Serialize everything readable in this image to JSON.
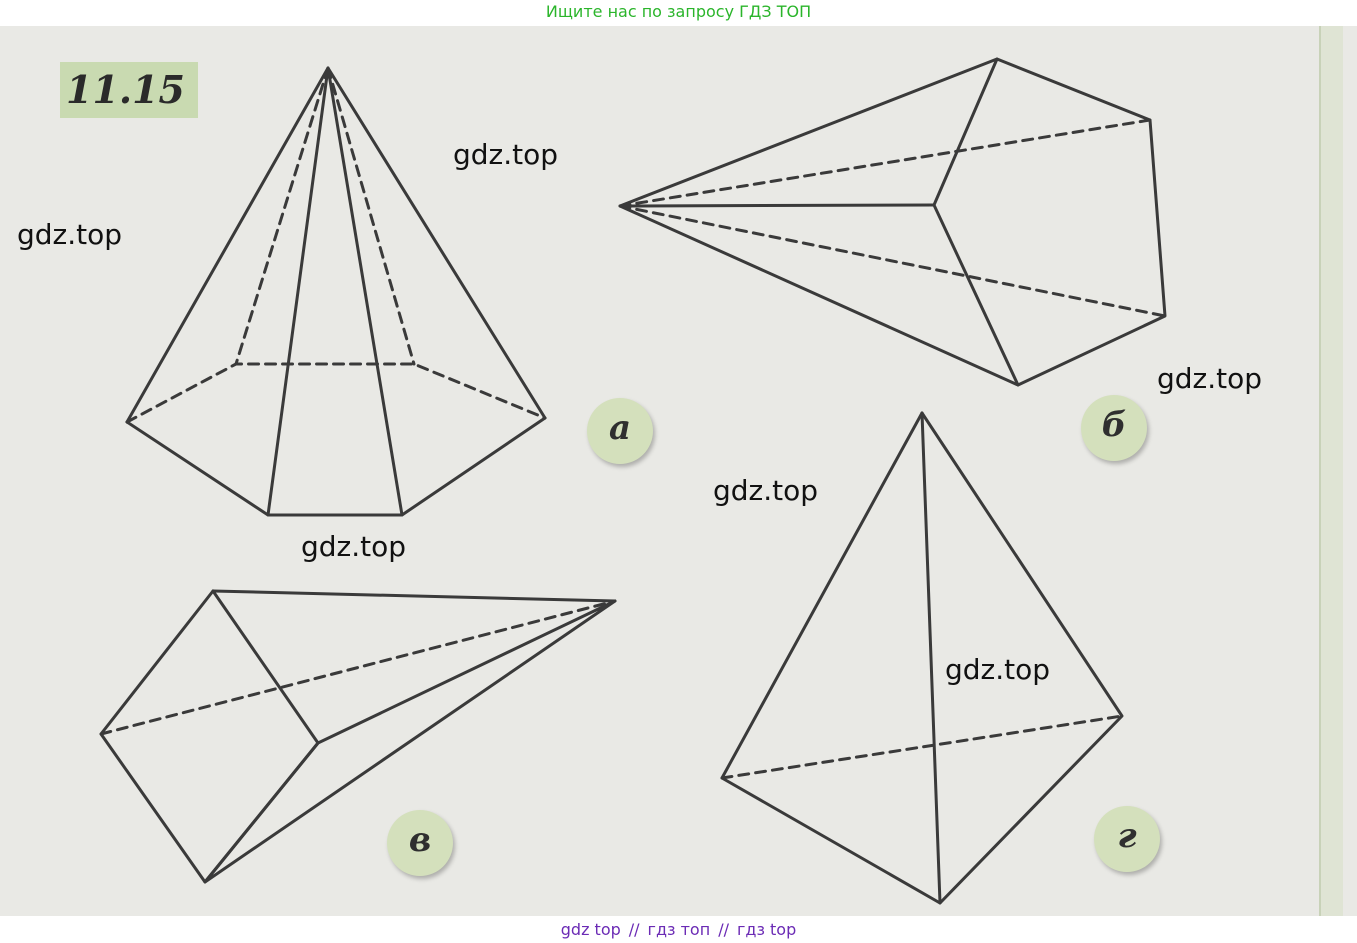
{
  "header": {
    "link_text": "Ищите нас по запросу ГДЗ ТОП"
  },
  "problem": {
    "number": "11.15"
  },
  "watermarks": [
    "gdz.top",
    "gdz.top",
    "gdz.top",
    "gdz.top",
    "gdz.top",
    "gdz.top"
  ],
  "figures": {
    "a": {
      "label": "а"
    },
    "b": {
      "label": "б"
    },
    "v": {
      "label": "в"
    },
    "g": {
      "label": "г"
    }
  },
  "footer": {
    "link1": "gdz top",
    "sep1": "//",
    "link2": "гдз топ",
    "sep2": "//",
    "link3": "гдз top"
  },
  "colors": {
    "header_link": "#2bb52b",
    "footer_link": "#6b2bb5",
    "label_bg": "#c9dab1",
    "badge_bg": "#d4e0bc"
  }
}
